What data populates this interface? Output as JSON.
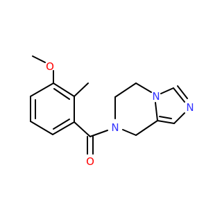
{
  "colors": {
    "background": "#ffffff",
    "bond": "#000000",
    "oxygen": "#ff0000",
    "nitrogen": "#3333ff"
  },
  "atoms": {
    "o_methoxy": {
      "symbol": "O",
      "element": "oxygen"
    },
    "o_carbonyl": {
      "symbol": "O",
      "element": "oxygen"
    },
    "n_amide": {
      "symbol": "N",
      "element": "nitrogen"
    },
    "n_bridgehead": {
      "symbol": "N",
      "element": "nitrogen"
    },
    "n_imidazole": {
      "symbol": "N",
      "element": "nitrogen"
    }
  }
}
